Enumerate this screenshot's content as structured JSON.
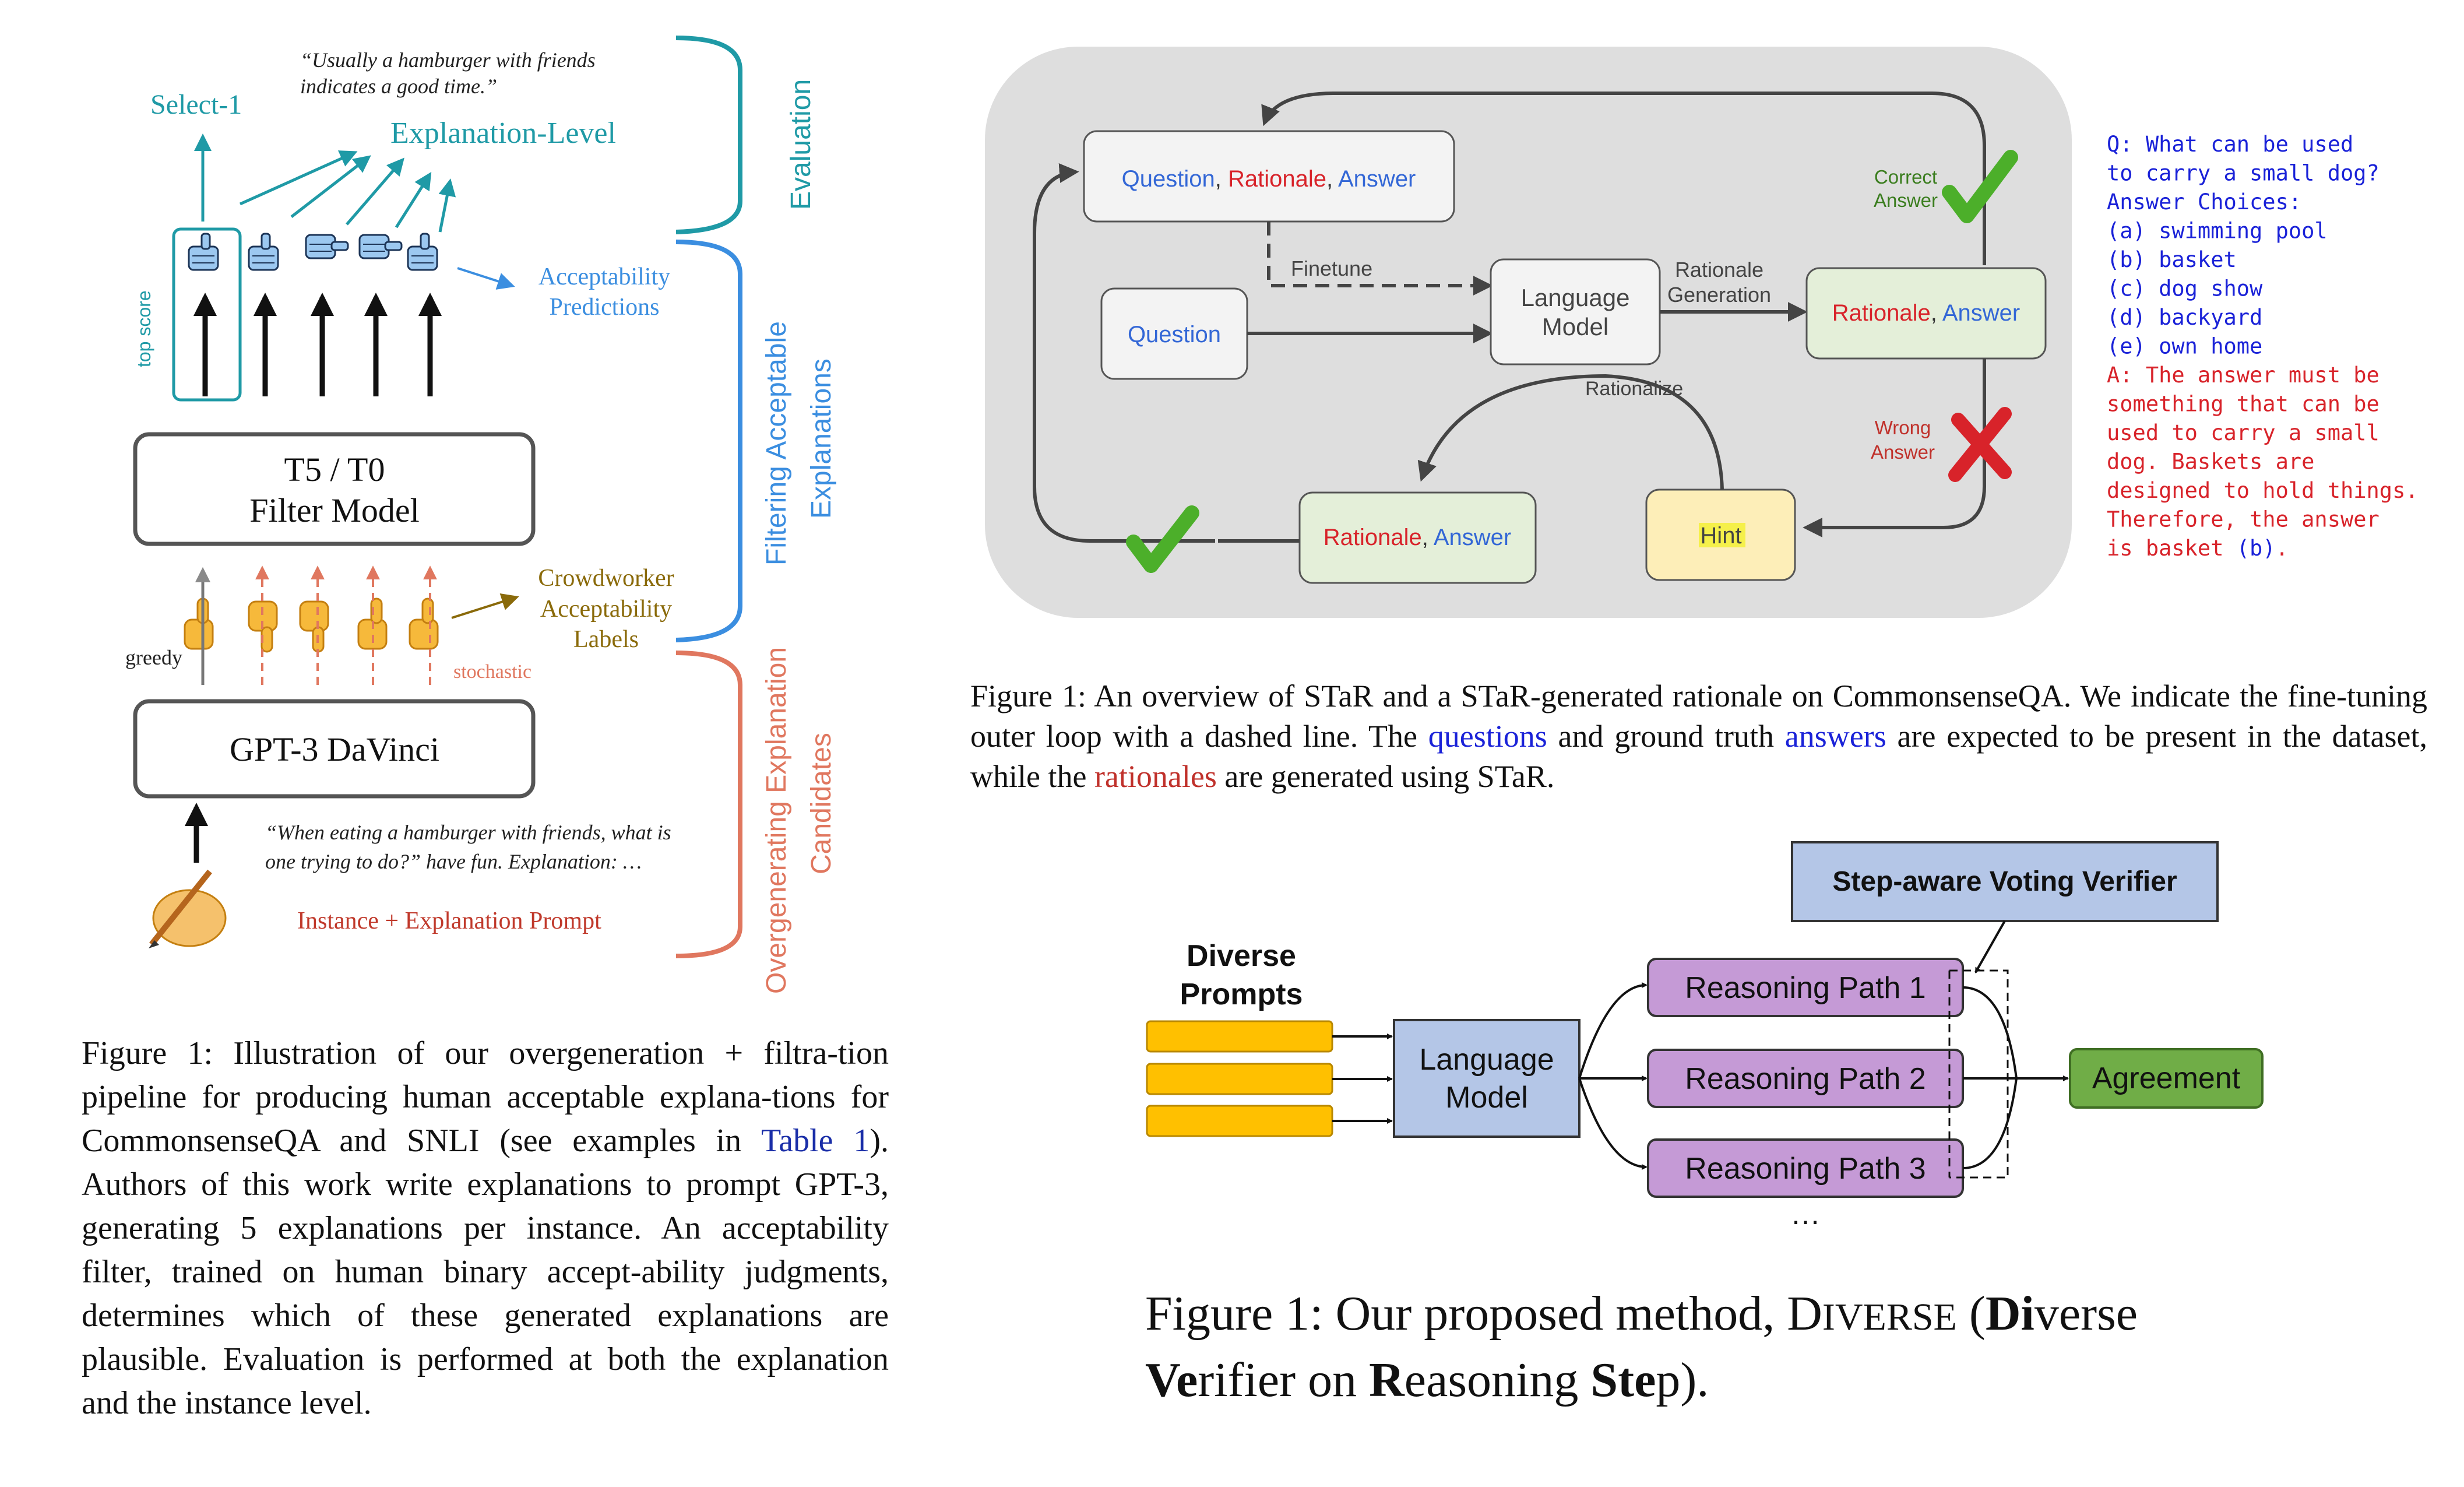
{
  "figure1": {
    "quote_top_line1": "“Usually a hamburger with friends",
    "quote_top_line2": "indicates a good time.”",
    "select1": "Select-1",
    "explanation_level": "Explanation-Level",
    "evaluation": "Evaluation",
    "top_score": "top score",
    "acceptability_line1": "Acceptability",
    "acceptability_line2": "Predictions",
    "filtering_line1": "Filtering Acceptable",
    "filtering_line2": "Explanations",
    "filter_model_line1": "T5 / T0",
    "filter_model_line2": "Filter Model",
    "crowdworker_line1": "Crowdworker",
    "crowdworker_line2": "Acceptability",
    "crowdworker_line3": "Labels",
    "greedy": "greedy",
    "stochastic": "stochastic",
    "overgen_line1": "Overgenerating Explanation",
    "overgen_line2": "Candidates",
    "gpt3": "GPT-3 DaVinci",
    "prompt_quote_line1": "“When eating a hamburger with friends, what is",
    "prompt_quote_line2": "one trying to do?” have fun. Explanation: …",
    "instance_prompt": "Instance + Explanation Prompt",
    "caption_a": "Figure 1:  Illustration of our overgeneration + filtra-tion pipeline for producing human acceptable explana-tions for CommonsenseQA and SNLI (see examples in ",
    "caption_link": "Table 1",
    "caption_b": ").  Authors of this work write explanations to prompt GPT-3, generating 5 explanations per instance. An acceptability filter, trained on human binary accept-ability judgments, determines which of these generated explanations are plausible.  Evaluation is performed at both the explanation and the instance level."
  },
  "figure2": {
    "box_qra_question": "Question",
    "box_qra_rationale": "Rationale",
    "box_qra_answer": "Answer",
    "comma": ", ",
    "finetune": "Finetune",
    "question": "Question",
    "lm_line1": "Language",
    "lm_line2": "Model",
    "rationale_gen_line1": "Rationale",
    "rationale_gen_line2": "Generation",
    "correct_line1": "Correct",
    "correct_line2": "Answer",
    "wrong_line1": "Wrong",
    "wrong_line2": "Answer",
    "rationalize": "Rationalize",
    "rationale": "Rationale",
    "answer": "Answer",
    "hint": "Hint",
    "qa_lines": [
      {
        "text": "Q: What can be used",
        "color": "#1a22d8"
      },
      {
        "text": "to carry a small dog?",
        "color": "#1a22d8"
      },
      {
        "text": "Answer Choices:",
        "color": "#1a22d8"
      },
      {
        "text": "(a) swimming pool",
        "color": "#1a22d8"
      },
      {
        "text": "(b) basket",
        "color": "#1a22d8"
      },
      {
        "text": "(c) dog show",
        "color": "#1a22d8"
      },
      {
        "text": "(d) backyard",
        "color": "#1a22d8"
      },
      {
        "text": "(e) own home",
        "color": "#1a22d8"
      },
      {
        "text": "A: The answer must be",
        "color": "#d8232a"
      },
      {
        "text": "something that can be",
        "color": "#d8232a"
      },
      {
        "text": "used to carry a small",
        "color": "#d8232a"
      },
      {
        "text": "dog. Baskets are",
        "color": "#d8232a"
      },
      {
        "text": "designed to hold things.",
        "color": "#d8232a"
      },
      {
        "text": "Therefore, the answer",
        "color": "#d8232a"
      },
      {
        "text": "is basket ",
        "color": "#d8232a",
        "tail": "(b)",
        "tail_color": "#1a22d8",
        "end": "."
      }
    ],
    "caption_a": "Figure 1: An overview of STaR and a STaR-generated rationale on CommonsenseQA. We indicate the fine-tuning outer loop with a dashed line. The ",
    "caption_q": "questions",
    "caption_b": " and ground truth ",
    "caption_ans": "answers",
    "caption_c": " are expected to be present in the dataset, while the ",
    "caption_r": "rationales",
    "caption_d": " are generated using STaR."
  },
  "figure3": {
    "verifier": "Step-aware Voting Verifier",
    "diverse_line1": "Diverse",
    "diverse_line2": "Prompts",
    "lm_line1": "Language",
    "lm_line2": "Model",
    "path1": "Reasoning Path 1",
    "path2": "Reasoning Path 2",
    "path3": "Reasoning Path 3",
    "ellipsis": "…",
    "agreement": "Agreement",
    "caption_line1_pre": "Figure 1: Our proposed method, D",
    "caption_iverse": "IVERSE",
    "caption_paren_open": " (",
    "caption_di": "Di",
    "caption_verse": "verse",
    "caption_ve": "Ve",
    "caption_rifier": "rifier on ",
    "caption_r": "R",
    "caption_easoning": "easoning ",
    "caption_step": "Ste",
    "caption_p": "p",
    "caption_end": ")."
  },
  "colors": {
    "teal": "#1f9aa6",
    "blue": "#3b8ee0",
    "salmon": "#e0775f",
    "olive": "#8a6a0a",
    "lm_blue": "#b4c6e7",
    "path_purple": "#c59ad6",
    "agree_green": "#70ad47",
    "diverse_yellow": "#ffc000",
    "hint_yellow": "#fdeeb8",
    "rat_green": "#e4efd9",
    "panel_gray": "#dedede"
  }
}
